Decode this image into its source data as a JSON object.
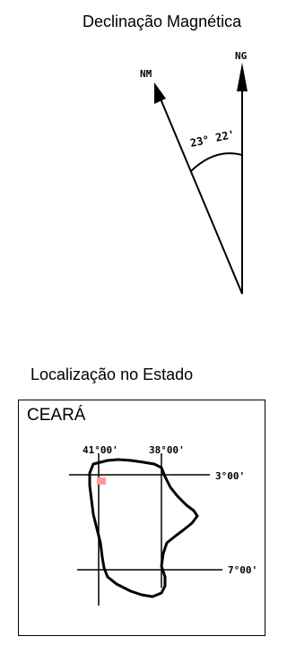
{
  "declination": {
    "title": "Declinação Magnética",
    "magnetic_north_label": "NM",
    "geographic_north_label": "NG",
    "angle_label": "23° 22'"
  },
  "location": {
    "title": "Localização no Estado",
    "state_name": "CEARÁ",
    "longitude_labels": [
      "41°00'",
      "38°00'"
    ],
    "latitude_labels": [
      "3°00'",
      "7°00'"
    ],
    "marker_color": "#ff9999"
  }
}
